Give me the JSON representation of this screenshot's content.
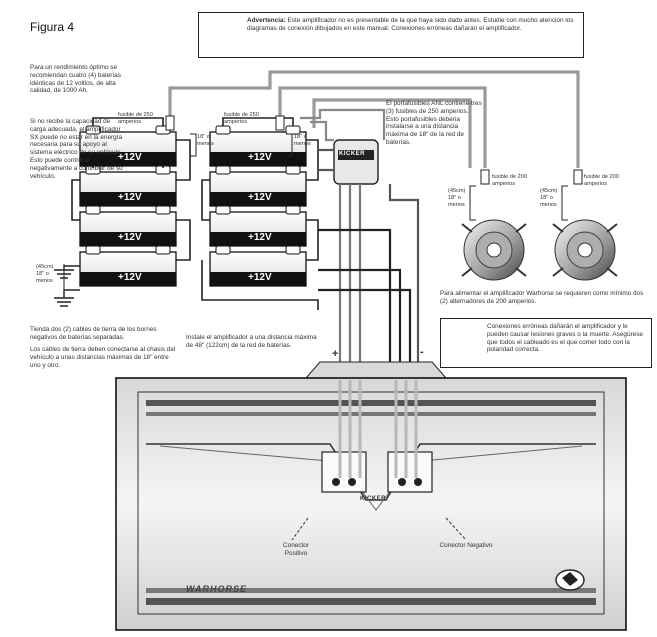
{
  "figure": {
    "title": "Figura 4"
  },
  "warning_top": {
    "heading": "Advertencia:",
    "text": "Este amplificador no es presentable de la que haya sido dado antes. Estudie con mucho atención los diagramas de conexión dibujados en este manual. Conexiones erróneas dañarán el amplificador."
  },
  "warning_bottom": {
    "text": "Conexiones erróneas dañarán el amplificador y le pueden causar lesiones graves o la muerte. Asegúrese que todos el cableado es el que comer todo con la polaridad correcta."
  },
  "notes": {
    "left_top": "Para un rendimiento óptimo se recomiendan cuatro (4) baterías idénticas de 12 voltios, de alta calidad, de 1000 Ah.",
    "left_mid": "Si no recibe la capacidad de carga adecuada, el amplificador SX puede no estar en la energía necesaria para su apoyo al sistema eléctrico de su vehículo. Esto puede contribuir negativamente a contribuir de su vehículo.",
    "left_bottom_1": "Tienda dos (2) cables de tierra de los bornes negativos de baterías separadas.",
    "left_bottom_2": "Los cables de tierra deben conectarse al chasis del vehículo a unas distancias máximas de 18\" entre uno y otro.",
    "center_bottom": "Instale el amplificador a una distancia máxima de 48\" (122cm) de la red de baterías.",
    "anl_note": "El portafusibles ANL contiene tres (3) fusibles de 250 amperios. Esto portafusibles deberia instalarse a una distancia máxima de 18\" de la red de baterías.",
    "alternator_note": "Para alimentar el amplificador Warhorse se requieren como mínimo dos (2) alternadores de 200 amperios."
  },
  "fuses": {
    "fuse1": "fusible de 250 amperios",
    "fuse2": "fusible de 250 amperios",
    "fuse3": "fusible de 200 amperios",
    "fuse4": "fusible de 200 amperios"
  },
  "distances": {
    "d1": "18\" o menos",
    "d2": "18\" o menos",
    "d3": "(45cm) 18\" o menos",
    "d4": "(45cm) 18\" o menos",
    "d5": "(45cm) 18\" o menos"
  },
  "batteries": {
    "label": "+12V"
  },
  "anl_block": {
    "brand": "KICKER"
  },
  "amplifier": {
    "brand": "KICKER",
    "model": "WARHORSE",
    "positive_terminal": "Conector Positivo",
    "negative_terminal": "Conector Negativo",
    "plus_sign": "+",
    "minus_sign": "-"
  }
}
